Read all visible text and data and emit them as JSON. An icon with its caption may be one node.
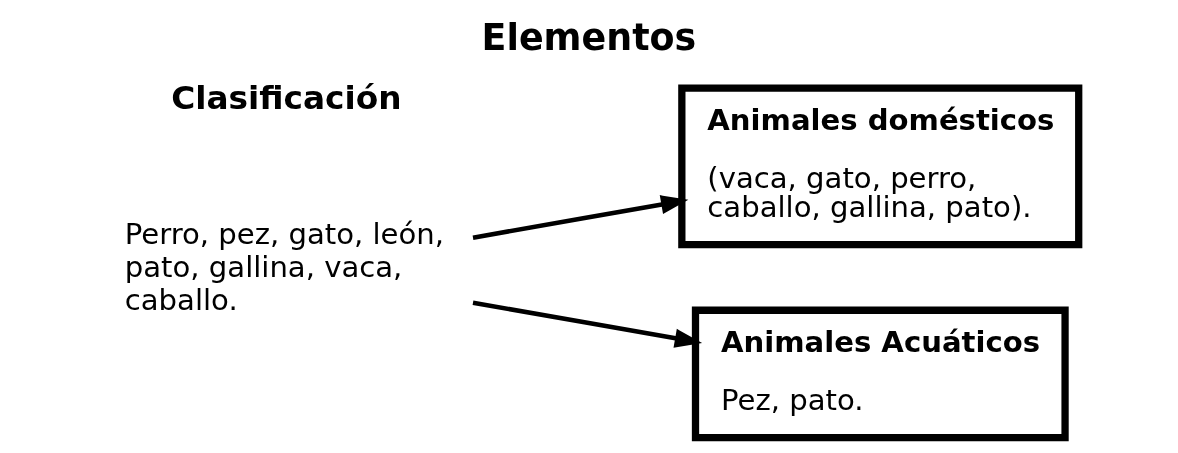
{
  "diagram": {
    "title": "Elementos",
    "nodes": [
      {
        "text": [
          "Perro, pez, gato, león, pato, gallina, vaca, caballo."
        ]
      },
      {
        "text": [
          "Animales domésticos",
          "(vaca, gato, perro, caballo, gallina, pato)."
        ]
      },
      {
        "text": [
          "Animales Acuáticos",
          "Pez, pato."
        ]
      }
    ],
    "edges": [
      {
        "from": 0,
        "to": 1,
        "arrow": "to"
      },
      {
        "from": 0,
        "to": 2,
        "arrow": "to"
      }
    ],
    "labels": [
      "Clasificación"
    ]
  }
}
